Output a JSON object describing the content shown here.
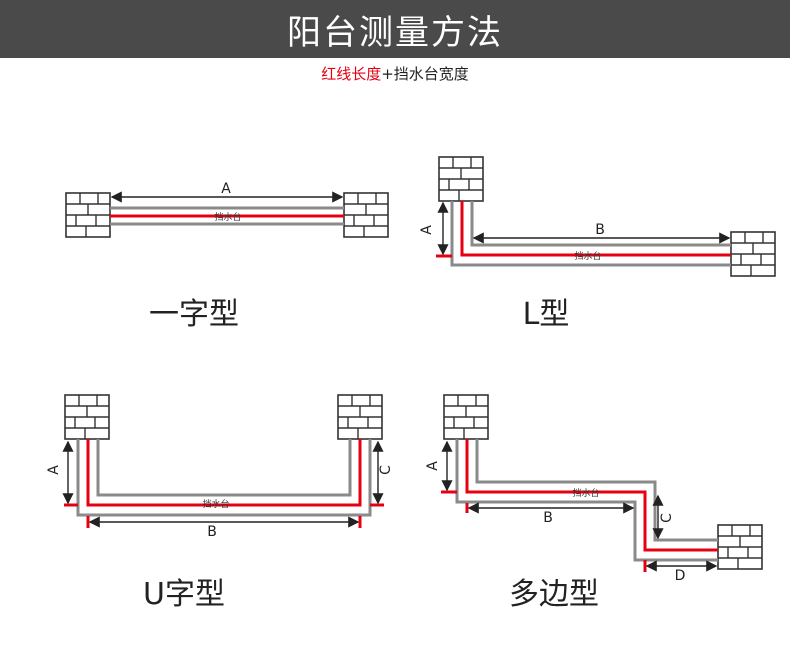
{
  "header": {
    "title": "阳台测量方法"
  },
  "subtitle": {
    "red_part": "红线长度",
    "rest": "+挡水台宽度"
  },
  "colors": {
    "header_bg": "#4a4a4a",
    "red_line": "#e60012",
    "gray_line": "#8a8a8a"
  },
  "diagrams": [
    {
      "caption": "一字型",
      "labels": {
        "a": "A",
        "sill": "挡水台"
      }
    },
    {
      "caption": "L型",
      "labels": {
        "a": "A",
        "b": "B",
        "sill": "挡水台"
      }
    },
    {
      "caption": "U字型",
      "labels": {
        "a": "A",
        "b": "B",
        "c": "C",
        "sill": "挡水台"
      }
    },
    {
      "caption": "多边型",
      "labels": {
        "a": "A",
        "b": "B",
        "c": "C",
        "d": "D",
        "sill": "挡水台"
      }
    }
  ]
}
